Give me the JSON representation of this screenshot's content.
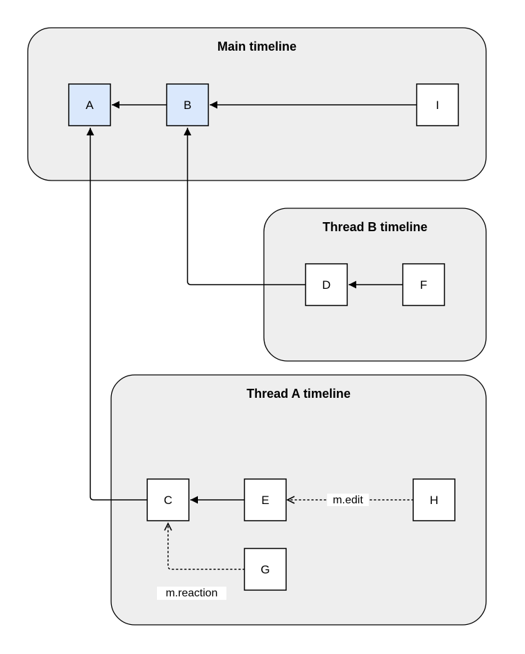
{
  "diagram": {
    "groups": [
      {
        "id": "main",
        "title": "Main timeline"
      },
      {
        "id": "thread-b",
        "title": "Thread B timeline"
      },
      {
        "id": "thread-a",
        "title": "Thread A timeline"
      }
    ],
    "nodes": [
      {
        "id": "A",
        "label": "A",
        "timeline": "main",
        "highlighted": true
      },
      {
        "id": "B",
        "label": "B",
        "timeline": "main",
        "highlighted": true
      },
      {
        "id": "I",
        "label": "I",
        "timeline": "main",
        "highlighted": false
      },
      {
        "id": "D",
        "label": "D",
        "timeline": "thread-b",
        "highlighted": false
      },
      {
        "id": "F",
        "label": "F",
        "timeline": "thread-b",
        "highlighted": false
      },
      {
        "id": "C",
        "label": "C",
        "timeline": "thread-a",
        "highlighted": false
      },
      {
        "id": "E",
        "label": "E",
        "timeline": "thread-a",
        "highlighted": false
      },
      {
        "id": "H",
        "label": "H",
        "timeline": "thread-a",
        "highlighted": false
      },
      {
        "id": "G",
        "label": "G",
        "timeline": "thread-a",
        "highlighted": false
      }
    ],
    "edges": [
      {
        "from": "B",
        "to": "A",
        "style": "solid",
        "label": ""
      },
      {
        "from": "I",
        "to": "B",
        "style": "solid",
        "label": ""
      },
      {
        "from": "F",
        "to": "D",
        "style": "solid",
        "label": ""
      },
      {
        "from": "D",
        "to": "B",
        "style": "solid",
        "label": ""
      },
      {
        "from": "E",
        "to": "C",
        "style": "solid",
        "label": ""
      },
      {
        "from": "C",
        "to": "A",
        "style": "solid",
        "label": ""
      },
      {
        "from": "H",
        "to": "E",
        "style": "dotted",
        "label": "m.edit"
      },
      {
        "from": "G",
        "to": "C",
        "style": "dotted",
        "label": "m.reaction"
      }
    ],
    "colors": {
      "group_fill": "#eeeeee",
      "node_fill": "#ffffff",
      "node_highlight_fill": "#dae8fc",
      "edge_stroke": "#000000"
    }
  }
}
